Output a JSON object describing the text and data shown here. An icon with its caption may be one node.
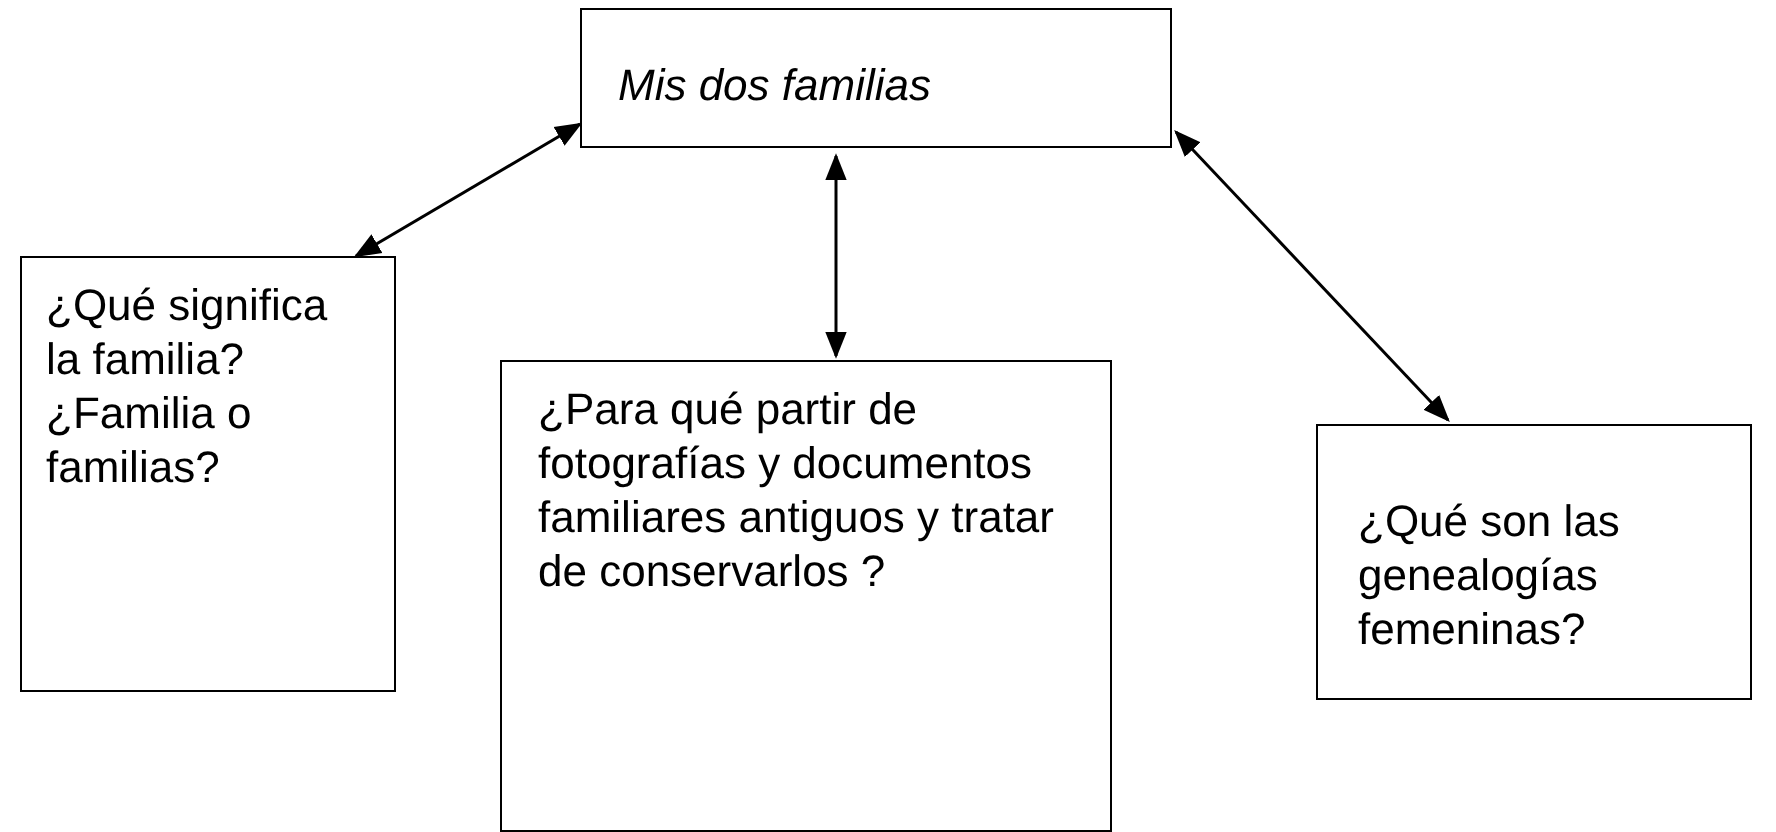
{
  "diagram": {
    "nodes": [
      {
        "text": [
          "Mis dos familias"
        ]
      },
      {
        "text": [
          "¿Qué significa la familia? ¿Familia o familias?"
        ]
      },
      {
        "text": [
          "¿Para qué partir de fotografías y documentos familiares antiguos y tratar de conservarlos ?"
        ]
      },
      {
        "text": [
          "¿Qué son las genealogías femeninas?"
        ]
      }
    ],
    "edges": [
      {
        "from": 0,
        "to": 1,
        "arrow": "both"
      },
      {
        "from": 0,
        "to": 2,
        "arrow": "both"
      },
      {
        "from": 0,
        "to": 3,
        "arrow": "both"
      }
    ]
  }
}
